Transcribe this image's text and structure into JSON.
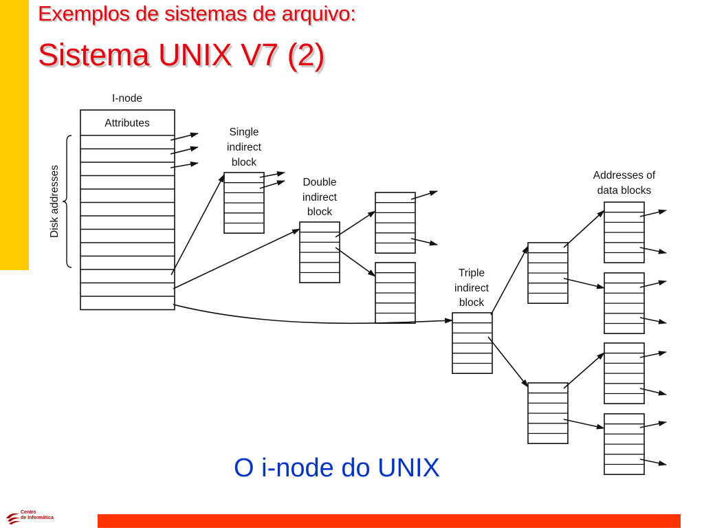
{
  "slide": {
    "title_line1": "Exemplos de sistemas de arquivo:",
    "title_line2": "Sistema UNIX V7 (2)",
    "caption": "O i-node do UNIX"
  },
  "logo": {
    "line1": "Centro",
    "line2": "de Informática",
    "icon": "centro-de-informatica-logo"
  },
  "diagram": {
    "inode_label": "I-node",
    "attributes_label": "Attributes",
    "disk_addresses_label": "Disk addresses",
    "single_label": [
      "Single",
      "indirect",
      "block"
    ],
    "double_label": [
      "Double",
      "indirect",
      "block"
    ],
    "triple_label": [
      "Triple",
      "indirect",
      "block"
    ],
    "data_label": [
      "Addresses of",
      "data blocks"
    ]
  },
  "colors": {
    "title": "#e8000b",
    "caption": "#0033cc",
    "side_bar": "#ffcc00",
    "bottom_bar": "#ff3300"
  }
}
